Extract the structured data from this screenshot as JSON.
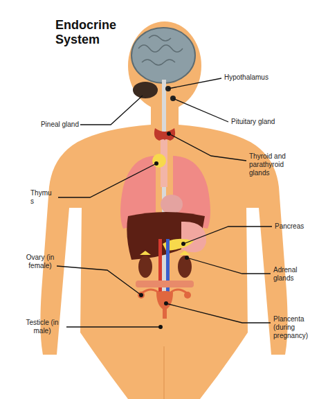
{
  "diagram": {
    "title": "Endocrine System",
    "labels": [
      "Hypothalamus",
      "Pineal gland",
      "Pituitary gland",
      "Thyroid and parathyroid glands",
      "Thymu s",
      "Pancreas",
      "Ovary (in female)",
      "Adrenal glands",
      "Testicle (in male)",
      "Plancenta (during pregnancy)"
    ]
  }
}
